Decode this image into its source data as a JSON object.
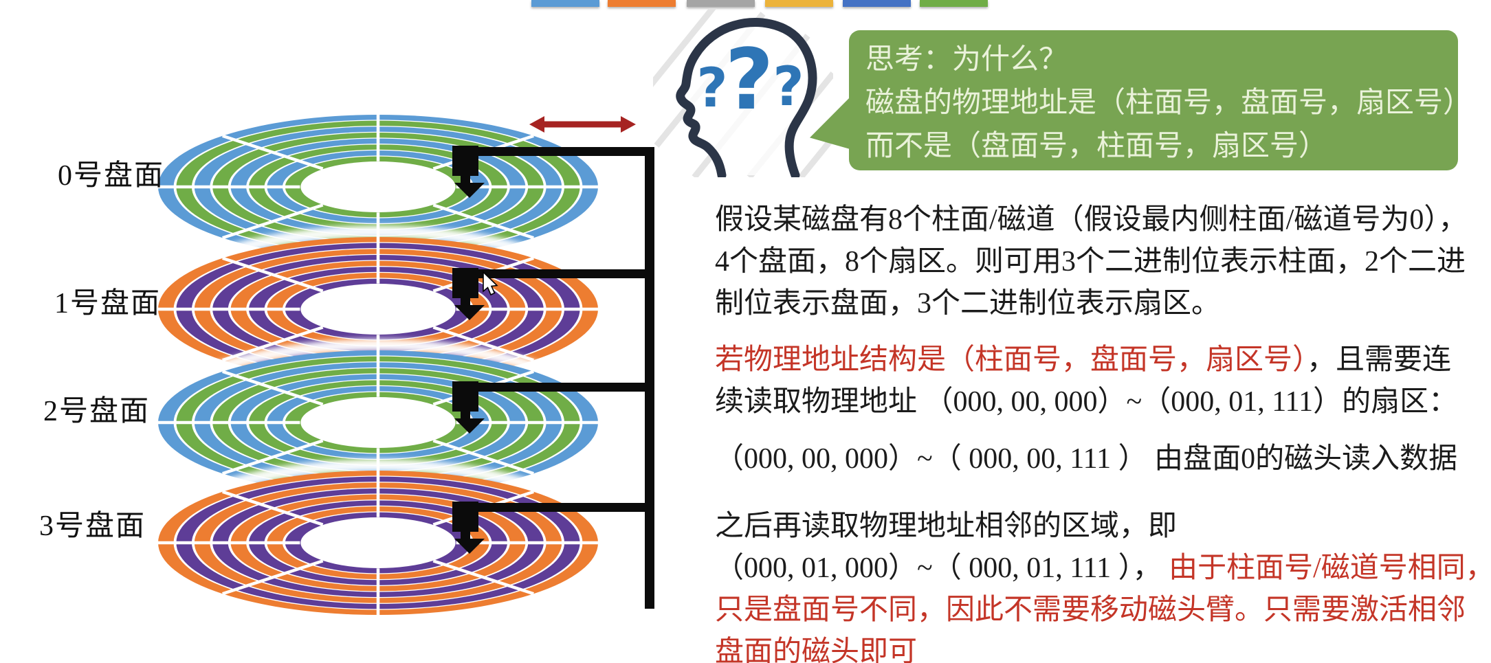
{
  "top_swatches": [
    {
      "name": "swatch-blue",
      "color": "#5b9bd5"
    },
    {
      "name": "swatch-orange",
      "color": "#ed7d31"
    },
    {
      "name": "swatch-gray",
      "color": "#a5a5a5"
    },
    {
      "name": "swatch-yellow",
      "color": "#ecb33b"
    },
    {
      "name": "swatch-darkblue",
      "color": "#4472c4"
    },
    {
      "name": "swatch-green",
      "color": "#70ad47"
    }
  ],
  "diagram": {
    "platters": [
      {
        "label": "0号盘面",
        "ring_colors": [
          "#5b9bd5",
          "#70ad47"
        ]
      },
      {
        "label": "1号盘面",
        "ring_colors": [
          "#ed7d31",
          "#5e3d97"
        ]
      },
      {
        "label": "2号盘面",
        "ring_colors": [
          "#5b9bd5",
          "#70ad47"
        ]
      },
      {
        "label": "3号盘面",
        "ring_colors": [
          "#ed7d31",
          "#5e3d97"
        ]
      }
    ],
    "head_color": "#0b0b0b",
    "actuator_color": "#0b0b0b",
    "seek_arrow_color": "#a62422"
  },
  "thinker": {
    "marks": [
      "?",
      "?",
      "?"
    ],
    "outline_color": "#2b3547",
    "mark_color": "#2e75b6"
  },
  "bubble": {
    "bg": "#78a452",
    "text_color": "#eaf2da",
    "lines": [
      "思考：为什么？",
      "磁盘的物理地址是（柱面号，盘面号，扇区号）",
      "而不是（盘面号，柱面号，扇区号）"
    ]
  },
  "text": {
    "black": "#1b1b1b",
    "red": "#c43527",
    "p1": [
      "假设某磁盘有8个柱面/磁道（假设最内侧柱面/磁道号为0），",
      "4个盘面，8个扇区。则可用3个二进制位表示柱面，2个二进",
      "制位表示盘面，3个二进制位表示扇区。"
    ],
    "p2": {
      "l1_red": "若物理地址结构是（柱面号，盘面号，扇区号）",
      "l1_black": "，且需要连",
      "l2": "续读取物理地址 （000, 00, 000）~（000, 01, 111）的扇区："
    },
    "p3": "（000, 00, 000）~（ 000, 00, 111 ）  由盘面0的磁头读入数据",
    "p4": {
      "l1": "之后再读取物理地址相邻的区域，即",
      "l2_black": "（000, 01, 000）~（ 000, 01, 111 ）， ",
      "l2_red": "由于柱面号/磁道号相同，",
      "l3_red": "只是盘面号不同，因此不需要移动磁头臂。只需要激活相邻",
      "l4_red": "盘面的磁头即可"
    }
  }
}
